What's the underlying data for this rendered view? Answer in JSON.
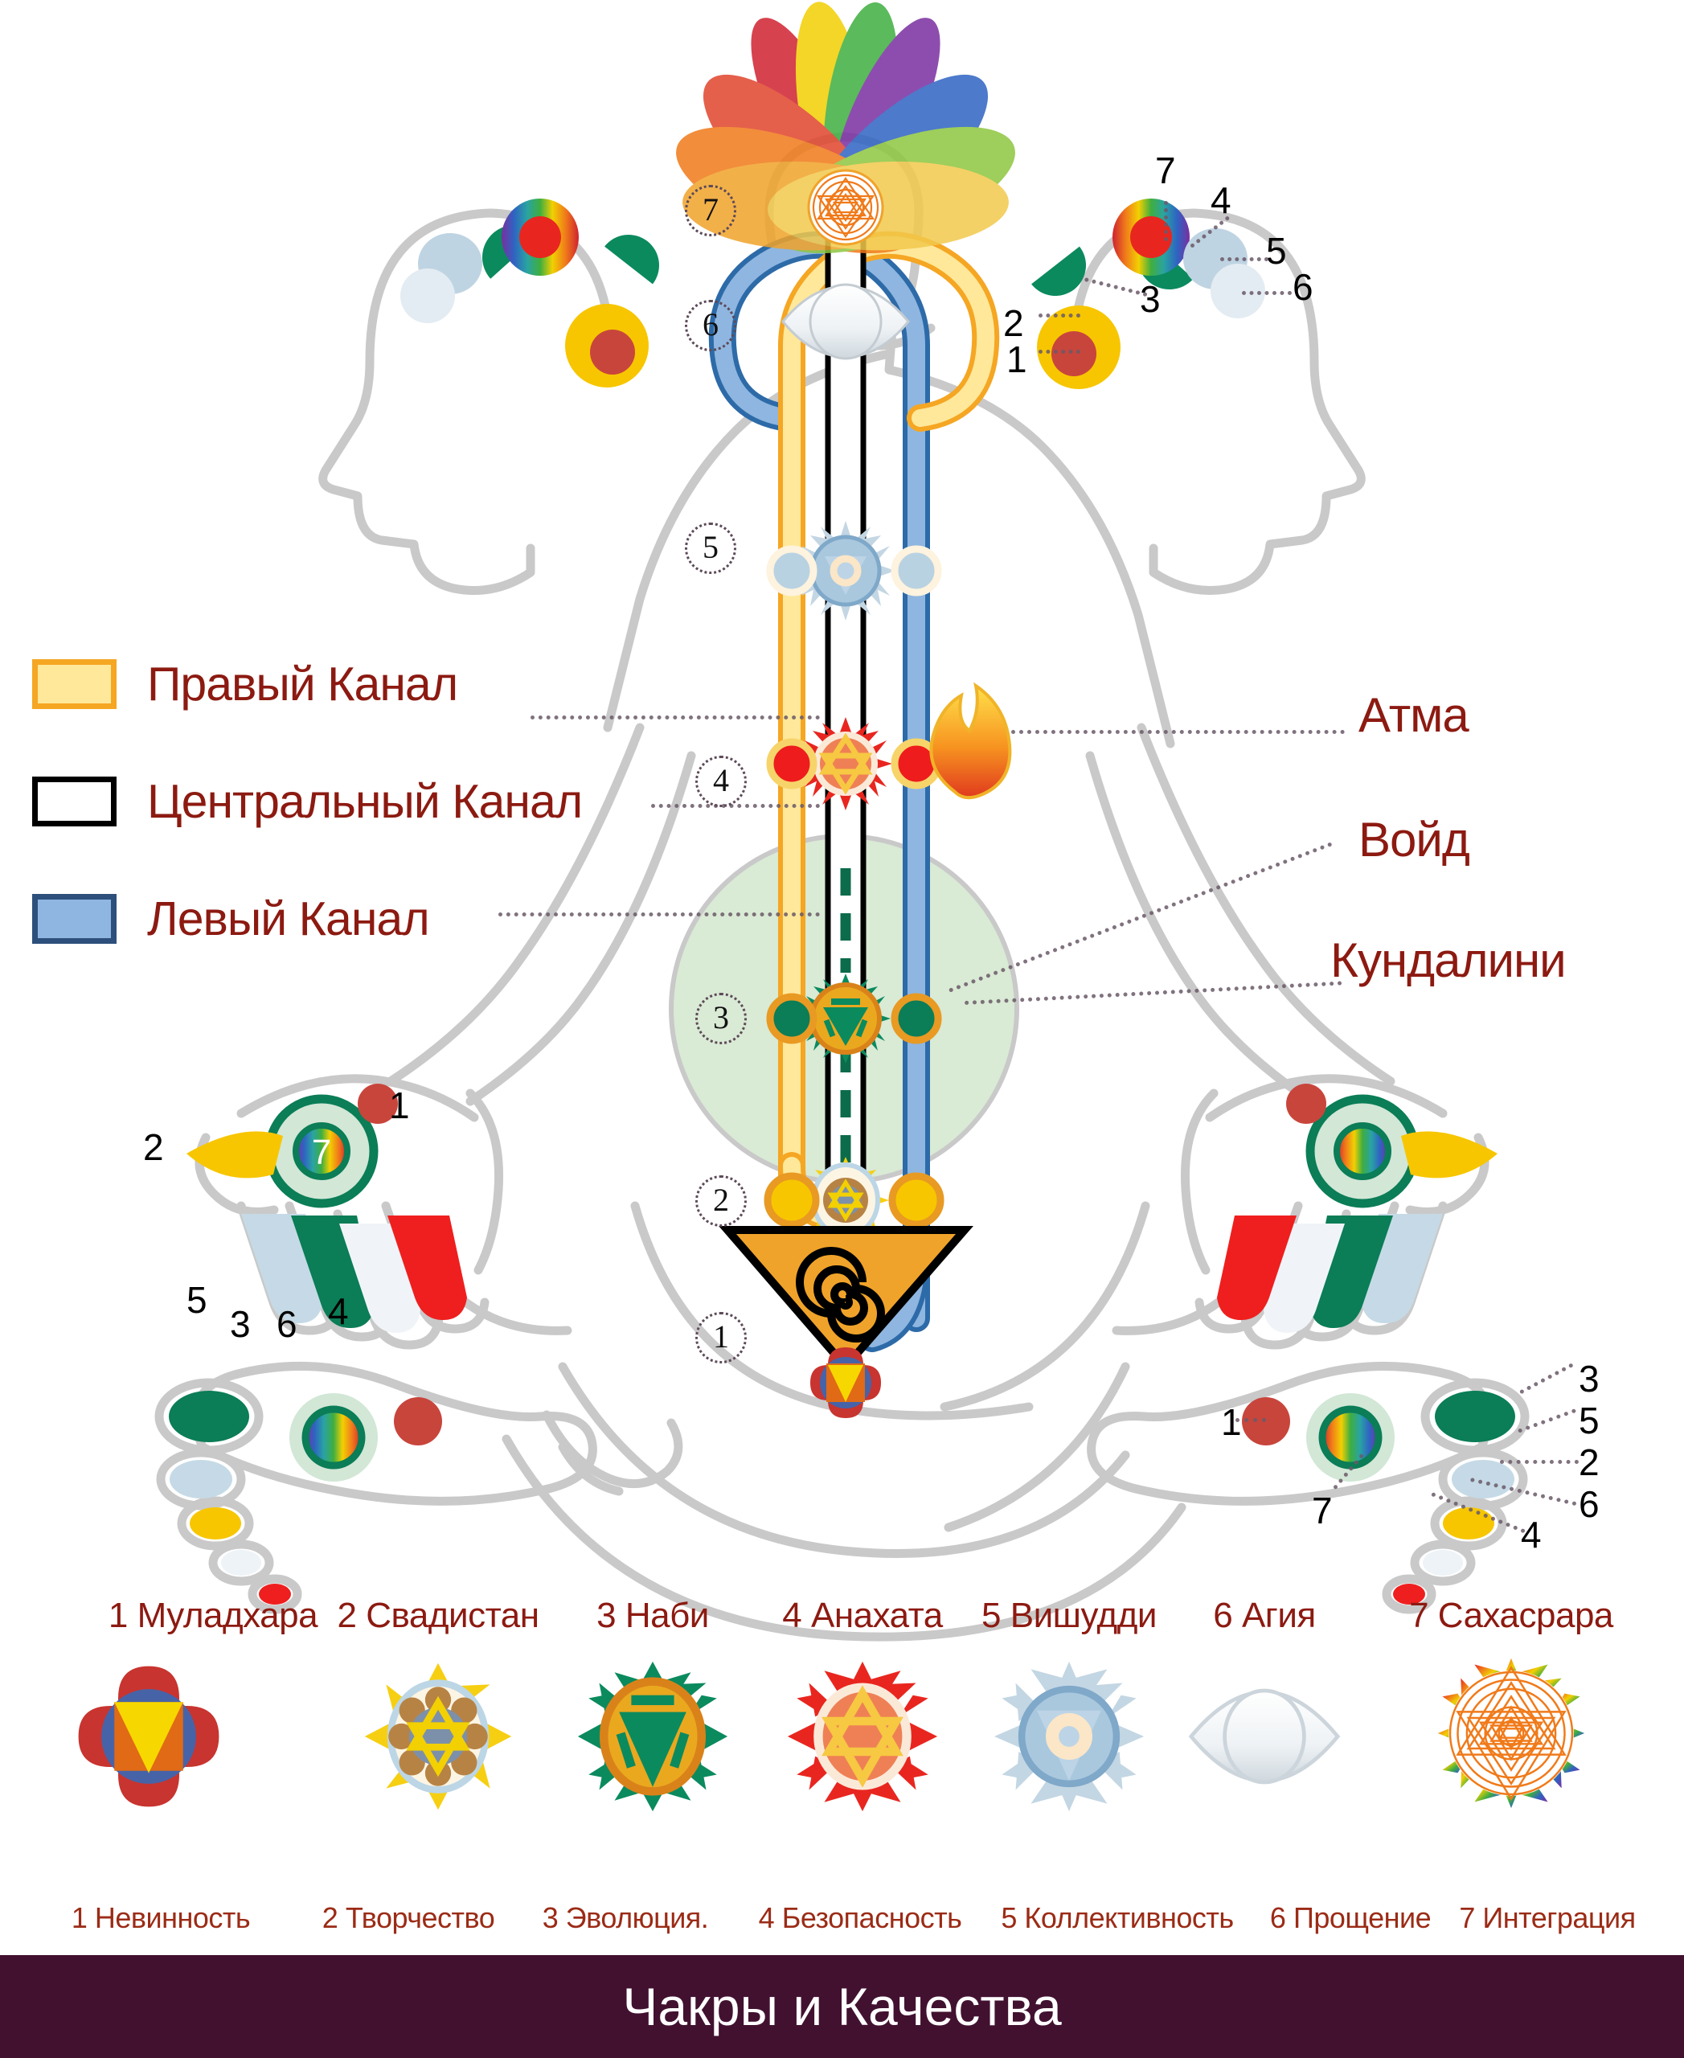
{
  "title": "Чакры и Качества",
  "legend": {
    "items": [
      {
        "label": "Правый Канал",
        "fill": "#ffe89a",
        "stroke": "#f5a623",
        "name": "right-channel"
      },
      {
        "label": "Центральный Канал",
        "fill": "#ffffff",
        "stroke": "#000000",
        "name": "center-channel"
      },
      {
        "label": "Левый Канал",
        "fill": "#8fb6e0",
        "stroke": "#2d4f7c",
        "name": "left-channel"
      }
    ]
  },
  "callouts": [
    {
      "label": "Атма",
      "name": "atma"
    },
    {
      "label": "Войд",
      "name": "void"
    },
    {
      "label": "Кундалини",
      "name": "kundalini"
    }
  ],
  "spine_levels": [
    "1",
    "2",
    "3",
    "4",
    "5",
    "6",
    "7"
  ],
  "head_right_numbers": [
    "1",
    "2",
    "3",
    "4",
    "5",
    "6",
    "7"
  ],
  "left_hand": {
    "palm": "7",
    "wrist": "1",
    "fingers": [
      "2",
      "5",
      "3",
      "6",
      "4"
    ]
  },
  "right_foot": {
    "heel": "1",
    "sole": "7",
    "toes": [
      "3",
      "5",
      "2",
      "6",
      "4"
    ]
  },
  "chakras": [
    {
      "num": "1",
      "name": "Муладхара",
      "quality": "Невинность",
      "color": "#c8342f"
    },
    {
      "num": "2",
      "name": "Свадистан",
      "quality": "Творчество",
      "color": "#f2c500"
    },
    {
      "num": "3",
      "name": "Наби",
      "quality": "Эволюция.",
      "color": "#00845c"
    },
    {
      "num": "4",
      "name": "Анахата",
      "quality": "Безопасность",
      "color": "#e8261f"
    },
    {
      "num": "5",
      "name": "Вишудди",
      "quality": "Коллективность",
      "color": "#b5cfe0"
    },
    {
      "num": "6",
      "name": "Агия",
      "quality": "Прощение",
      "color": "#e3e8ec"
    },
    {
      "num": "7",
      "name": "Сахасрара",
      "quality": "Интеграция",
      "color": "#f07a1a"
    }
  ],
  "colors": {
    "label_red": "#8c1a11",
    "quality_red": "#9b2b16",
    "footer_bg": "#421130",
    "footer_text": "#ffffff",
    "body_outline": "#c9c9c9",
    "void_fill": "#d9ead5",
    "right_channel": "#f5a623",
    "left_channel": "#6e9fd0",
    "center_channel": "#ffffff",
    "kundalini_triangle": "#f0a32a"
  }
}
